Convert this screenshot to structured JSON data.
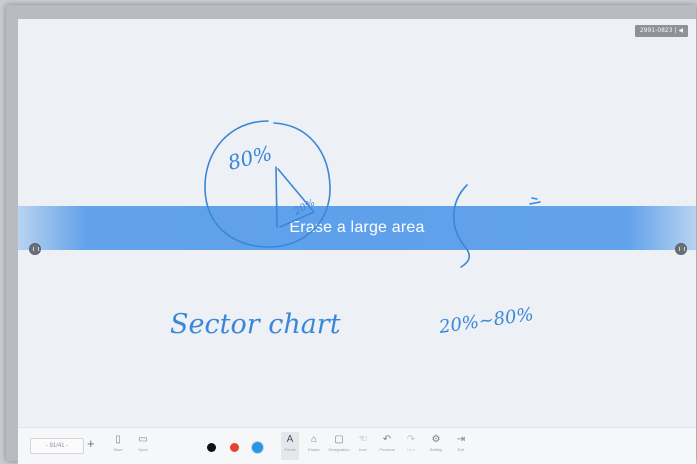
{
  "board": {
    "code_badge": "2991-0823 | ◀",
    "erase_banner": "Erase a large area"
  },
  "ink": {
    "pie_percent": "80%",
    "slice_percent": "20%",
    "title_text": "Sector chart",
    "range_text": "20%~80%",
    "ink_color": "#3a86d8"
  },
  "toolbar": {
    "zoom_value": "- 91/41 -",
    "zoom_plus": "+",
    "tools": [
      {
        "key": "save",
        "icon": "▯",
        "label": "Save"
      },
      {
        "key": "open",
        "icon": "▭",
        "label": "Open"
      },
      {
        "key": "pencil",
        "icon": "A",
        "label": "Pencil"
      },
      {
        "key": "eraser",
        "icon": "⌂",
        "label": "Eraser"
      },
      {
        "key": "designation",
        "icon": "▢",
        "label": "Designation"
      },
      {
        "key": "icon",
        "icon": "☜",
        "label": "Icon"
      },
      {
        "key": "previous",
        "icon": "↶",
        "label": "Previous"
      },
      {
        "key": "next",
        "icon": "↷",
        "label": "Next"
      },
      {
        "key": "setting",
        "icon": "⚙",
        "label": "Setting"
      },
      {
        "key": "exit",
        "icon": "⇥",
        "label": "Exit"
      }
    ],
    "colors": [
      {
        "name": "black",
        "hex": "#111111"
      },
      {
        "name": "red",
        "hex": "#e8412e"
      },
      {
        "name": "blue",
        "hex": "#2596e8"
      }
    ]
  }
}
